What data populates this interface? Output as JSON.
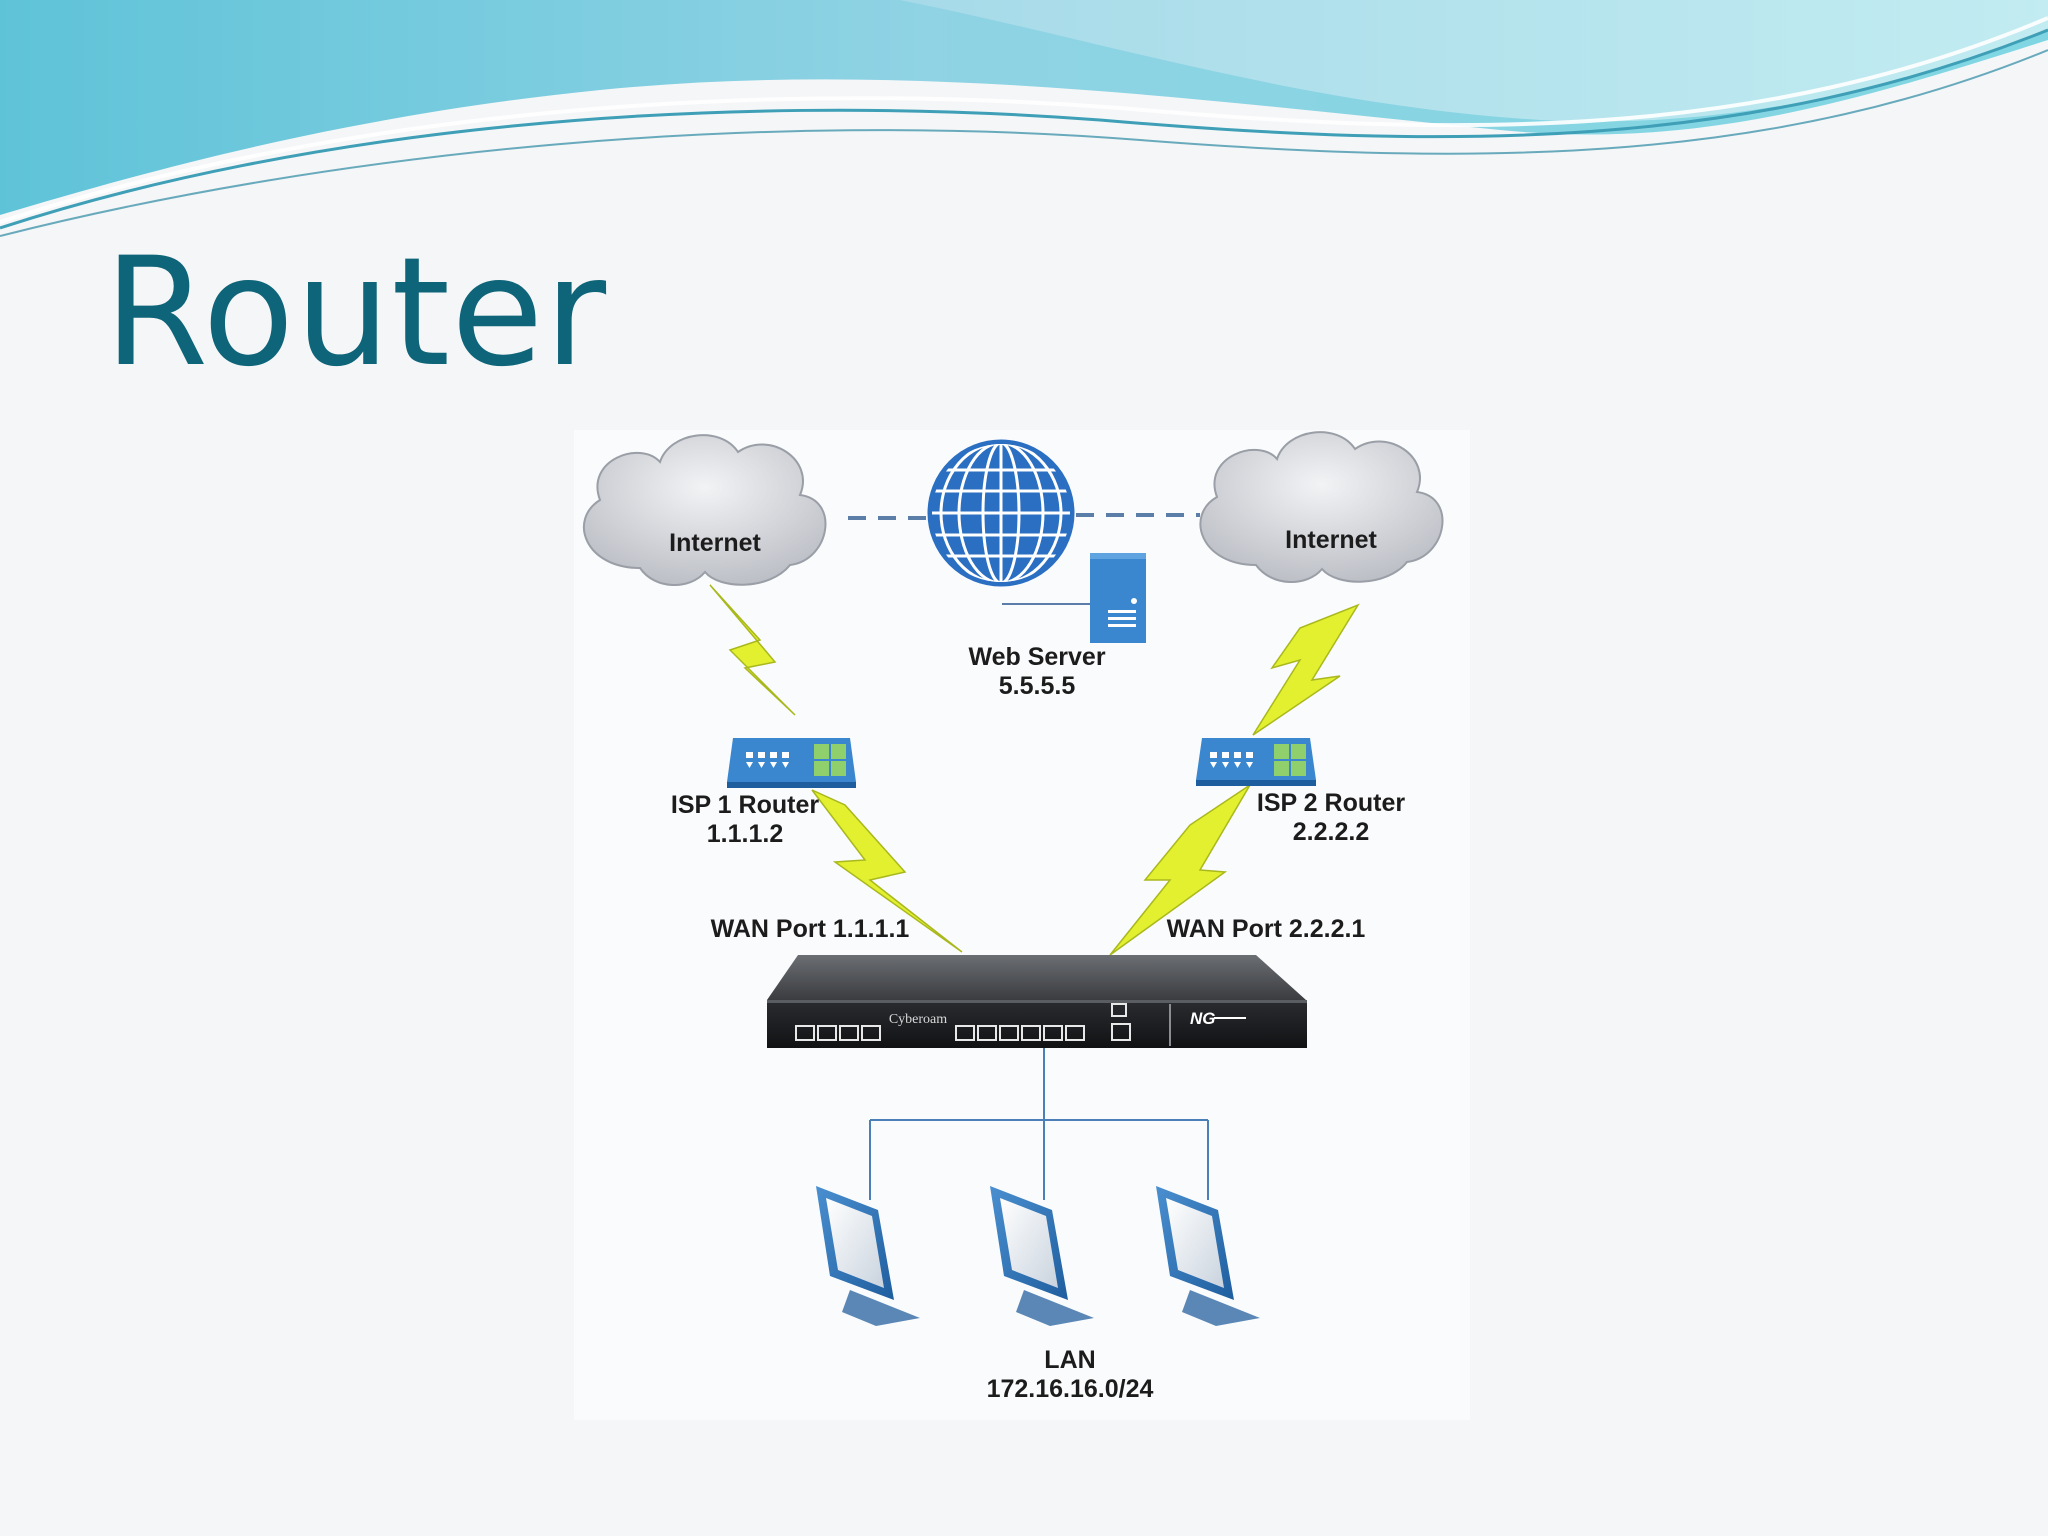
{
  "slide": {
    "title": "Router"
  },
  "diagram": {
    "internet_left": "Internet",
    "internet_right": "Internet",
    "web_server": {
      "name": "Web Server",
      "ip": "5.5.5.5"
    },
    "isp1": {
      "name": "ISP 1 Router",
      "ip": "1.1.1.2"
    },
    "isp2": {
      "name": "ISP 2 Router",
      "ip": "2.2.2.2"
    },
    "wan1": "WAN Port 1.1.1.1",
    "wan2": "WAN Port 2.2.2.1",
    "firewall_brand": "Cyberoam",
    "firewall_badge": "NG",
    "lan": {
      "name": "LAN",
      "subnet": "172.16.16.0/24"
    }
  },
  "colors": {
    "title": "#0e6478",
    "lightning": "#e2f030",
    "router_blue": "#3a86cf",
    "cloud": "#c9ccd2",
    "globe": "#2a6fc2"
  }
}
